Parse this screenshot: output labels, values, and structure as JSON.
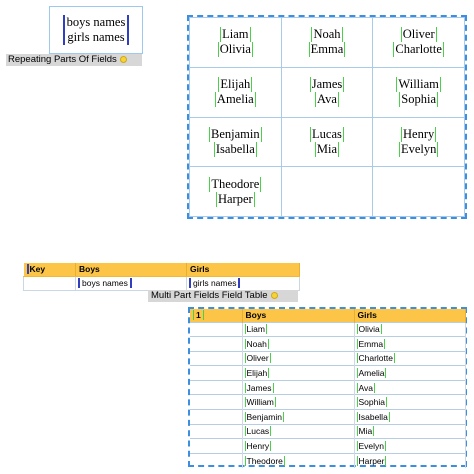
{
  "template_fields": {
    "lines": [
      "boys names",
      "girls names"
    ]
  },
  "labels": {
    "repeating_parts": "Repeating Parts Of Fields",
    "multi_part_table": "Multi Part Fields Field Table"
  },
  "name_grid": {
    "rows": [
      [
        [
          "Liam",
          "Olivia"
        ],
        [
          "Noah",
          "Emma"
        ],
        [
          "Oliver",
          "Charlotte"
        ]
      ],
      [
        [
          "Elijah",
          "Amelia"
        ],
        [
          "James",
          "Ava"
        ],
        [
          "William",
          "Sophia"
        ]
      ],
      [
        [
          "Benjamin",
          "Isabella"
        ],
        [
          "Lucas",
          "Mia"
        ],
        [
          "Henry",
          "Evelyn"
        ]
      ],
      [
        [
          "Theodore",
          "Harper"
        ],
        null,
        null
      ]
    ]
  },
  "field_table": {
    "headers": [
      "Key",
      "Boys",
      "Girls"
    ],
    "row": [
      "",
      "boys names",
      "girls names"
    ]
  },
  "result_table": {
    "headers": [
      "1",
      "Boys",
      "Girls"
    ],
    "rows": [
      [
        "Liam",
        "Olivia"
      ],
      [
        "Noah",
        "Emma"
      ],
      [
        "Oliver",
        "Charlotte"
      ],
      [
        "Elijah",
        "Amelia"
      ],
      [
        "James",
        "Ava"
      ],
      [
        "William",
        "Sophia"
      ],
      [
        "Benjamin",
        "Isabella"
      ],
      [
        "Lucas",
        "Mia"
      ],
      [
        "Henry",
        "Evelyn"
      ],
      [
        "Theodore",
        "Harper"
      ]
    ]
  },
  "colors": {
    "header_fill": "#fcc547",
    "dashed_border": "#3c8fe0",
    "field_marker_blue": "#2f3fbf",
    "field_marker_green": "#4cd04c"
  }
}
